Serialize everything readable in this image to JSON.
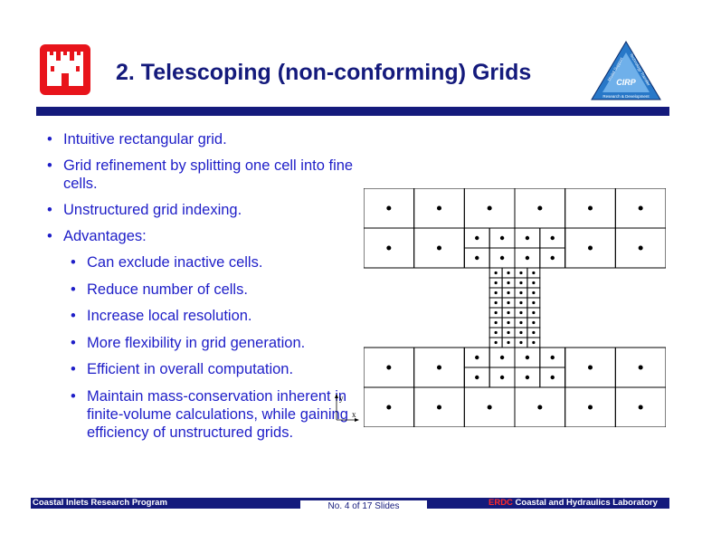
{
  "slide": {
    "title": "2.  Telescoping (non-conforming) Grids",
    "bullets": [
      {
        "text": "Intuitive rectangular grid.",
        "level": 1
      },
      {
        "text": "Grid refinement by splitting one cell into fine cells.",
        "level": 1
      },
      {
        "text": "Unstructured grid indexing.",
        "level": 1
      },
      {
        "text": "Advantages:",
        "level": 1
      },
      {
        "text": "Can exclude inactive cells.",
        "level": 2
      },
      {
        "text": "Reduce number of cells.",
        "level": 2
      },
      {
        "text": "Increase local resolution.",
        "level": 2
      },
      {
        "text": "More flexibility in grid generation.",
        "level": 2
      },
      {
        "text": "Efficient in overall computation.",
        "level": 2
      },
      {
        "text": "Maintain mass-conservation inherent in finite-volume calculations, while gaining efficiency of unstructured grids.",
        "level": 2
      }
    ],
    "bullet_glyph": "•"
  },
  "logo_right": {
    "center_text": "CIRP",
    "side_left": "Model Support",
    "side_right": "Technology Transfer",
    "bottom_text": "Research & Development"
  },
  "axes_labels": {
    "y": "y",
    "x": "x"
  },
  "footer": {
    "left": "Coastal Inlets Research Program",
    "center": "No. 4 of 17 Slides",
    "right_prefix": "ERDC",
    "right_rest": " Coastal and Hydraulics Laboratory"
  },
  "colors": {
    "navy": "#141a7c",
    "bullet_blue": "#1e1ec8",
    "logo_red": "#e8141b",
    "cirp_blue": "#2878c8"
  },
  "icons": {
    "left_logo": "castle-icon",
    "right_logo": "cirp-triangle-icon"
  }
}
